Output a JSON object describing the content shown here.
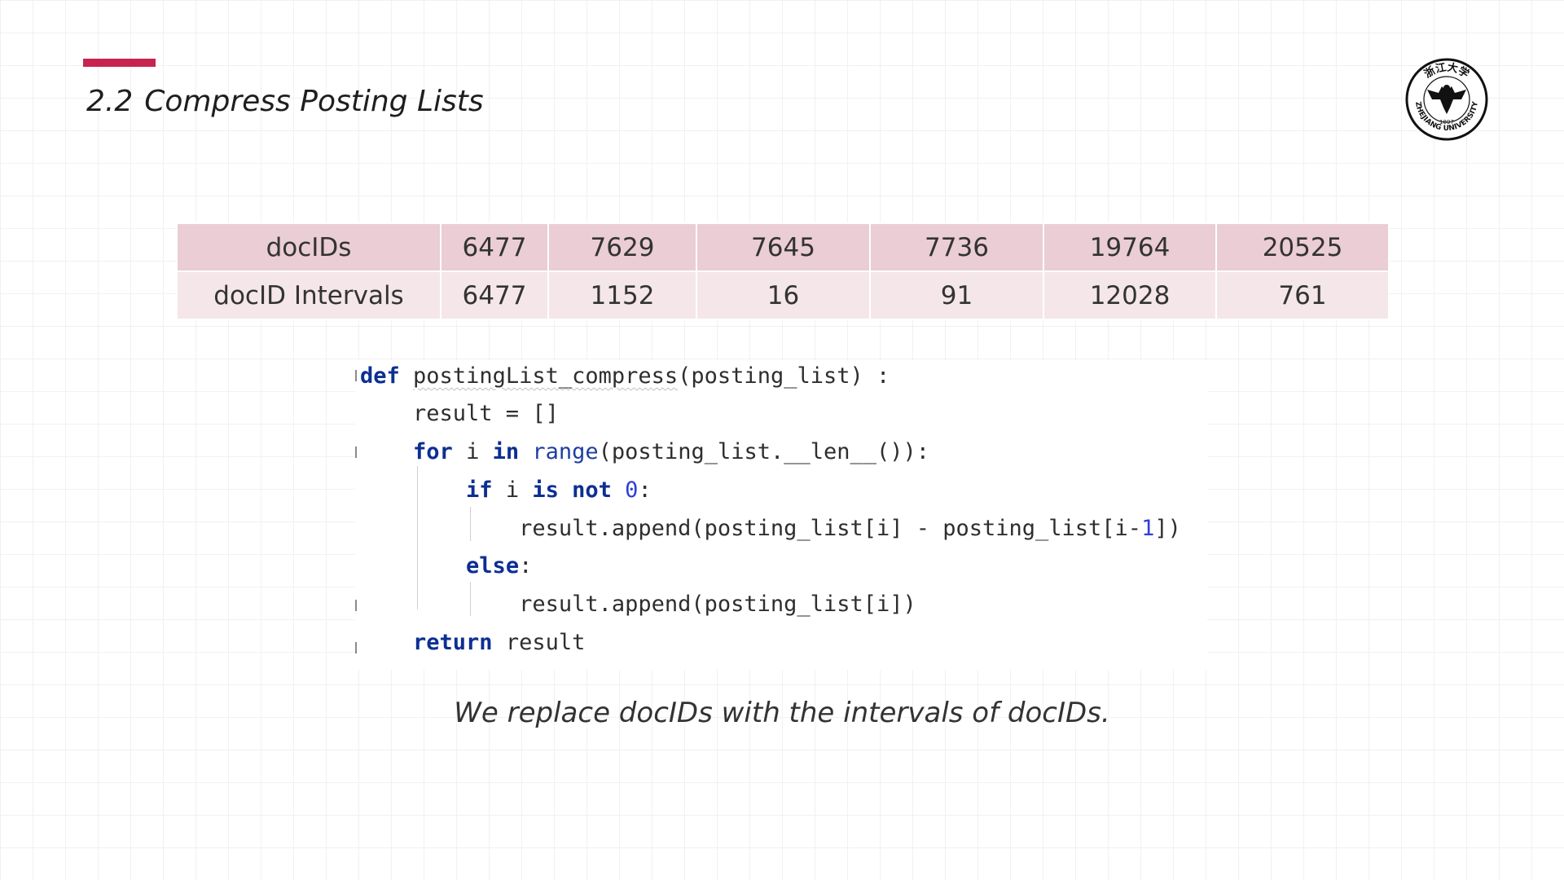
{
  "slide": {
    "section_number": "2.2",
    "title": "Compress Posting Lists",
    "caption": "We replace docIDs with the intervals of docIDs.",
    "accent_color": "#c8234f"
  },
  "logo": {
    "top_text": "浙江大学",
    "year": "1897",
    "bottom_text": "ZHEJIANG UNIVERSITY"
  },
  "table": {
    "rows": [
      {
        "label": "docIDs",
        "values": [
          "6477",
          "7629",
          "7645",
          "7736",
          "19764",
          "20525"
        ]
      },
      {
        "label": "docID Intervals",
        "values": [
          "6477",
          "1152",
          "16",
          "91",
          "12028",
          "761"
        ]
      }
    ]
  },
  "code": {
    "language": "python",
    "lines": [
      "def postingList_compress(posting_list) :",
      "    result = []",
      "    for i in range(posting_list.__len__()):",
      "        if i is not 0:",
      "            result.append(posting_list[i] - posting_list[i-1])",
      "        else:",
      "            result.append(posting_list[i])",
      "    return result"
    ]
  }
}
